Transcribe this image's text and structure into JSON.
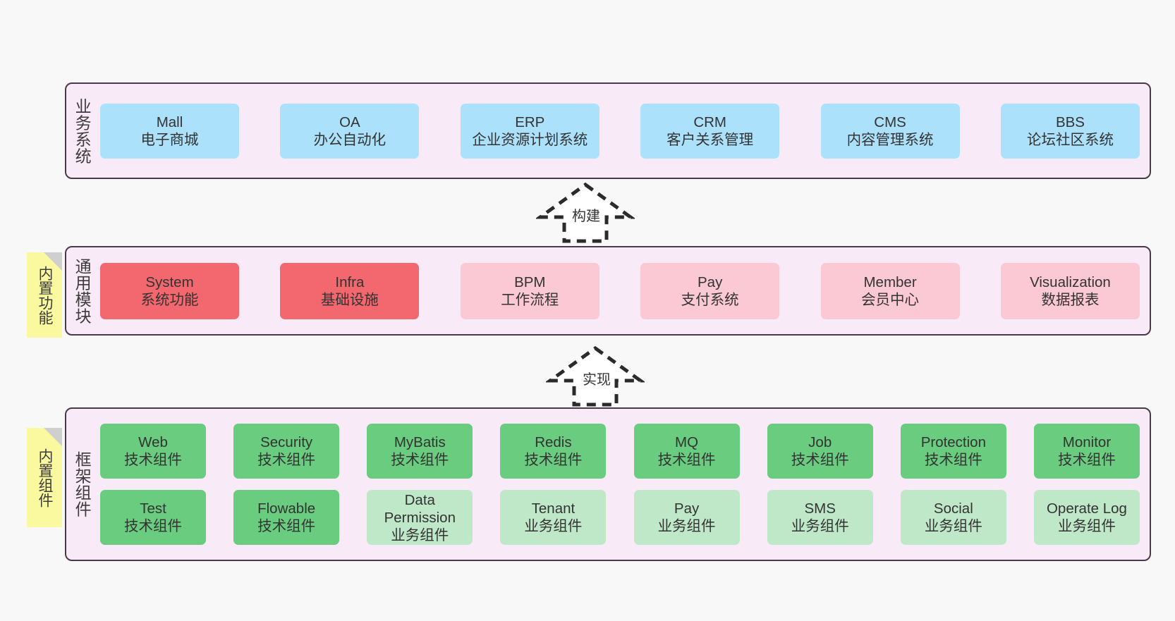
{
  "diagram": {
    "background_color": "#f8f8f8",
    "layer_fill": "#f8eaf6",
    "layer_border": "#473b4a",
    "note_fill": "#fbf9a0",
    "colors": {
      "business": "#ace1fb",
      "core_strong": "#f2686e",
      "core_light": "#fbc9d4",
      "tech_component": "#69cc7f",
      "biz_component": "#bfe8c8"
    }
  },
  "layers": {
    "business": {
      "title": "业务系统",
      "items": [
        {
          "en": "Mall",
          "cn": "电子商城",
          "color": "blue"
        },
        {
          "en": "OA",
          "cn": "办公自动化",
          "color": "blue"
        },
        {
          "en": "ERP",
          "cn": "企业资源计划系统",
          "color": "blue"
        },
        {
          "en": "CRM",
          "cn": "客户关系管理",
          "color": "blue"
        },
        {
          "en": "CMS",
          "cn": "内容管理系统",
          "color": "blue"
        },
        {
          "en": "BBS",
          "cn": "论坛社区系统",
          "color": "blue"
        }
      ]
    },
    "common": {
      "title": "通用模块",
      "note": "内置功能",
      "items": [
        {
          "en": "System",
          "cn": "系统功能",
          "color": "red"
        },
        {
          "en": "Infra",
          "cn": "基础设施",
          "color": "red"
        },
        {
          "en": "BPM",
          "cn": "工作流程",
          "color": "pink"
        },
        {
          "en": "Pay",
          "cn": "支付系统",
          "color": "pink"
        },
        {
          "en": "Member",
          "cn": "会员中心",
          "color": "pink"
        },
        {
          "en": "Visualization",
          "cn": "数据报表",
          "color": "pink"
        }
      ]
    },
    "framework": {
      "title": "框架组件",
      "note": "内置组件",
      "row1": [
        {
          "en": "Web",
          "cn": "技术组件",
          "color": "green"
        },
        {
          "en": "Security",
          "cn": "技术组件",
          "color": "green"
        },
        {
          "en": "MyBatis",
          "cn": "技术组件",
          "color": "green"
        },
        {
          "en": "Redis",
          "cn": "技术组件",
          "color": "green"
        },
        {
          "en": "MQ",
          "cn": "技术组件",
          "color": "green"
        },
        {
          "en": "Job",
          "cn": "技术组件",
          "color": "green"
        },
        {
          "en": "Protection",
          "cn": "技术组件",
          "color": "green"
        },
        {
          "en": "Monitor",
          "cn": "技术组件",
          "color": "green"
        }
      ],
      "row2": [
        {
          "en": "Test",
          "cn": "技术组件",
          "color": "green"
        },
        {
          "en": "Flowable",
          "cn": "技术组件",
          "color": "green"
        },
        {
          "en": "Data Permission",
          "cn": "业务组件",
          "color": "lgreen"
        },
        {
          "en": "Tenant",
          "cn": "业务组件",
          "color": "lgreen"
        },
        {
          "en": "Pay",
          "cn": "业务组件",
          "color": "lgreen"
        },
        {
          "en": "SMS",
          "cn": "业务组件",
          "color": "lgreen"
        },
        {
          "en": "Social",
          "cn": "业务组件",
          "color": "lgreen"
        },
        {
          "en": "Operate Log",
          "cn": "业务组件",
          "color": "lgreen"
        }
      ]
    }
  },
  "arrows": [
    {
      "label": "构建",
      "direction": "up"
    },
    {
      "label": "实现",
      "direction": "up"
    }
  ]
}
